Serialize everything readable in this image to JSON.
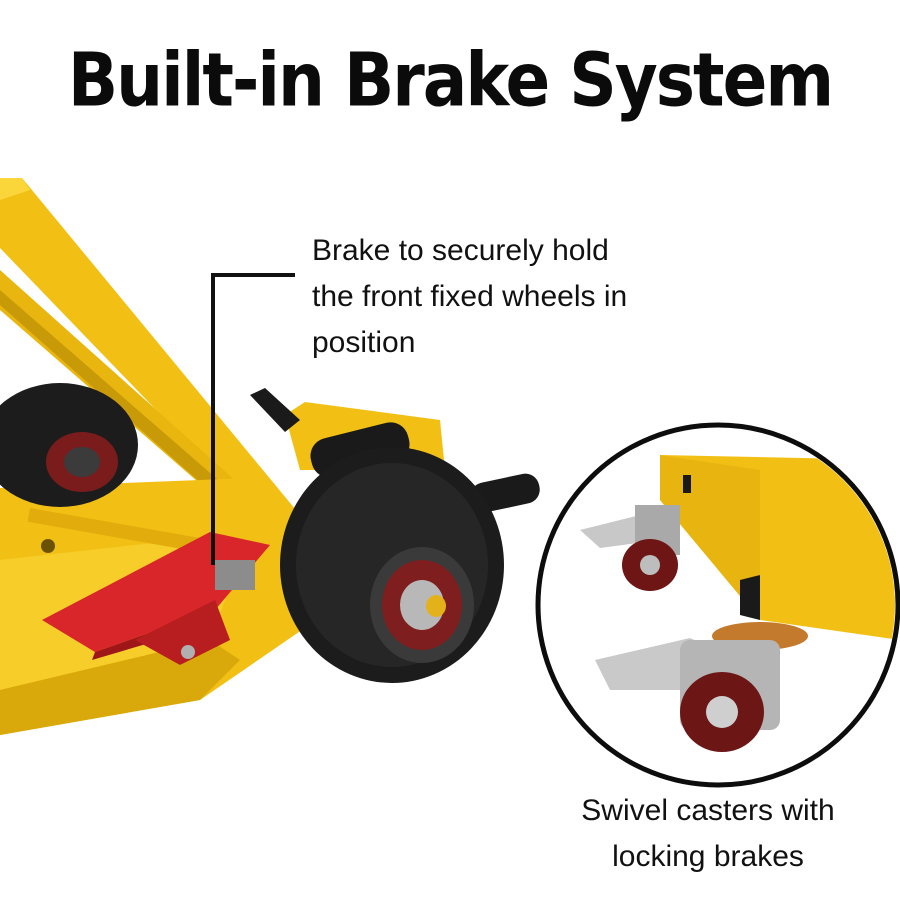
{
  "title": "Built-in Brake System",
  "callouts": {
    "front_brake": {
      "lines": [
        "Brake to securely hold",
        "the front fixed wheels in",
        "position"
      ]
    },
    "casters": {
      "lines": [
        "Swivel casters with",
        "locking brakes"
      ]
    }
  },
  "colors": {
    "frame_yellow": "#f5c518",
    "brake_pedal_red": "#d8262a",
    "tire_black": "#1c1c1c",
    "rim_red": "#8a1f1f",
    "text": "#111111",
    "background": "#ffffff"
  }
}
